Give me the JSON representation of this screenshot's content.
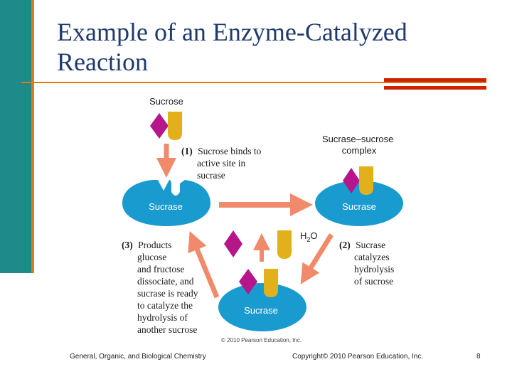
{
  "slide": {
    "title_line1": "Example of an Enzyme-Catalyzed",
    "title_line2": "Reaction"
  },
  "diagram": {
    "sucrose_label": "Sucrose",
    "complex_label_line1": "Sucrase–sucrose",
    "complex_label_line2": "complex",
    "enzyme_label": "Sucrase",
    "water_label": "H",
    "water_sub": "2",
    "water_o": "O",
    "step1": {
      "number": "(1)",
      "lines": [
        "Sucrose binds to",
        "active site in",
        "sucrase"
      ]
    },
    "step2": {
      "number": "(2)",
      "lines": [
        "Sucrase",
        "catalyzes",
        "hydrolysis",
        "of sucrose"
      ]
    },
    "step3": {
      "number": "(3)",
      "lines": [
        "Products",
        "glucose",
        "and fructose",
        "dissociate, and",
        "sucrase is ready",
        "to catalyze the",
        "hydrolysis of",
        "another sucrose"
      ]
    },
    "credit": "© 2010 Pearson Education, Inc.",
    "colors": {
      "enzyme": "#1a9bd0",
      "fructose": "#b5168a",
      "glucose": "#e2b01b",
      "arrow": "#f08a6a"
    }
  },
  "footer": {
    "left": "General, Organic, and Biological Chemistry",
    "center": "Copyright© 2010 Pearson Education, Inc.",
    "page": "8"
  },
  "theme": {
    "sidebar": "#1f8a8a",
    "rule": "#e0781a",
    "accent_bar": "#cc2200"
  }
}
